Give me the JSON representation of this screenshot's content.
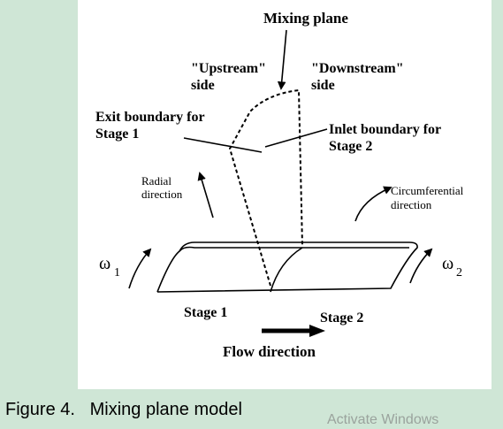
{
  "diagram": {
    "title": "Mixing plane",
    "upstream_line1": "\"Upstream\"",
    "upstream_line2": "side",
    "downstream_line1": "\"Downstream\"",
    "downstream_line2": "side",
    "exit_line1": "Exit boundary for",
    "exit_line2": "Stage 1",
    "inlet_line1": "Inlet boundary for",
    "inlet_line2": "Stage 2",
    "radial_line1": "Radial",
    "radial_line2": "direction",
    "circ_line1": "Circumferential",
    "circ_line2": "direction",
    "omega1": "ω",
    "omega1_sub": "1",
    "omega2": "ω",
    "omega2_sub": "2",
    "stage1": "Stage 1",
    "stage2": "Stage 2",
    "flow": "Flow direction"
  },
  "caption": "Figure 4.   Mixing plane model",
  "watermark": "Activate Windows"
}
